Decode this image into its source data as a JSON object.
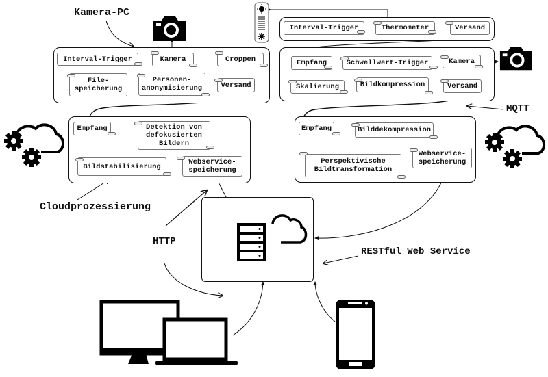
{
  "labels": {
    "kamera_pc": "Kamera-PC",
    "mqtt": "MQTT",
    "cloudprozessierung": "Cloudprozessierung",
    "http": "HTTP",
    "restful": "RESTful Web Service"
  },
  "kamera_pc_group": {
    "nodes": [
      "Interval-Trigger",
      "Kamera",
      "Croppen",
      "File-\nspeicherung",
      "Personen-\nanonymisierung",
      "Versand"
    ]
  },
  "thermo_group": {
    "nodes": [
      "Interval-Trigger",
      "Thermometer",
      "Versand"
    ]
  },
  "camera_trigger_group": {
    "nodes": [
      "Empfang",
      "Schwellwert-Trigger",
      "Kamera",
      "Skalierung",
      "Bildkompression",
      "Versand"
    ]
  },
  "cloud_left_group": {
    "nodes": [
      "Empfang",
      "Detektion von\ndefokusierten\nBildern",
      "Bildstabilisierung",
      "Webservice-\nspeicherung"
    ]
  },
  "cloud_right_group": {
    "nodes": [
      "Empfang",
      "Bilddekompression",
      "Perspektivische\nBildtransformation",
      "Webservice-\nspeicherung"
    ]
  },
  "icons": {
    "camera_left": "camera-icon",
    "camera_right": "camera-icon",
    "thermometer": "thermometer-icon",
    "cloud_gears_left": "cloud-gears-icon",
    "cloud_gears_right": "cloud-gears-icon",
    "server_cloud": "server-cloud-icon",
    "desktop_laptop": "desktop-laptop-icon",
    "smartphone": "smartphone-icon"
  }
}
